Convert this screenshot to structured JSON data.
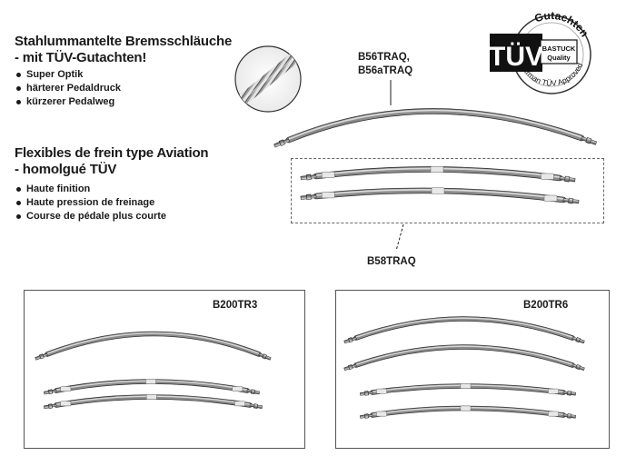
{
  "section_de": {
    "title_line1": "Stahlummantelte Bremsschläuche",
    "title_line2": "- mit TÜV-Gutachten!",
    "bullets": [
      "Super Optik",
      "härterer Pedaldruck",
      "kürzerer Pedalweg"
    ]
  },
  "section_fr": {
    "title_line1": "Flexibles de frein type Aviation",
    "title_line2": "- homolgué TÜV",
    "bullets": [
      "Haute finition",
      "Haute pression de freinage",
      "Course de pédale plus courte"
    ]
  },
  "products": {
    "top_code_line1": "B56TRAQ,",
    "top_code_line2": "B56aTRAQ",
    "mid_code": "B58TRAQ",
    "box_left_code": "B200TR3",
    "box_right_code": "B200TR6"
  },
  "badge": {
    "main": "TÜV",
    "arc_top": "Gutachten",
    "arc_bottom": "German TÜV Approved",
    "brand": "BASTUCK",
    "quality": "Quality"
  }
}
